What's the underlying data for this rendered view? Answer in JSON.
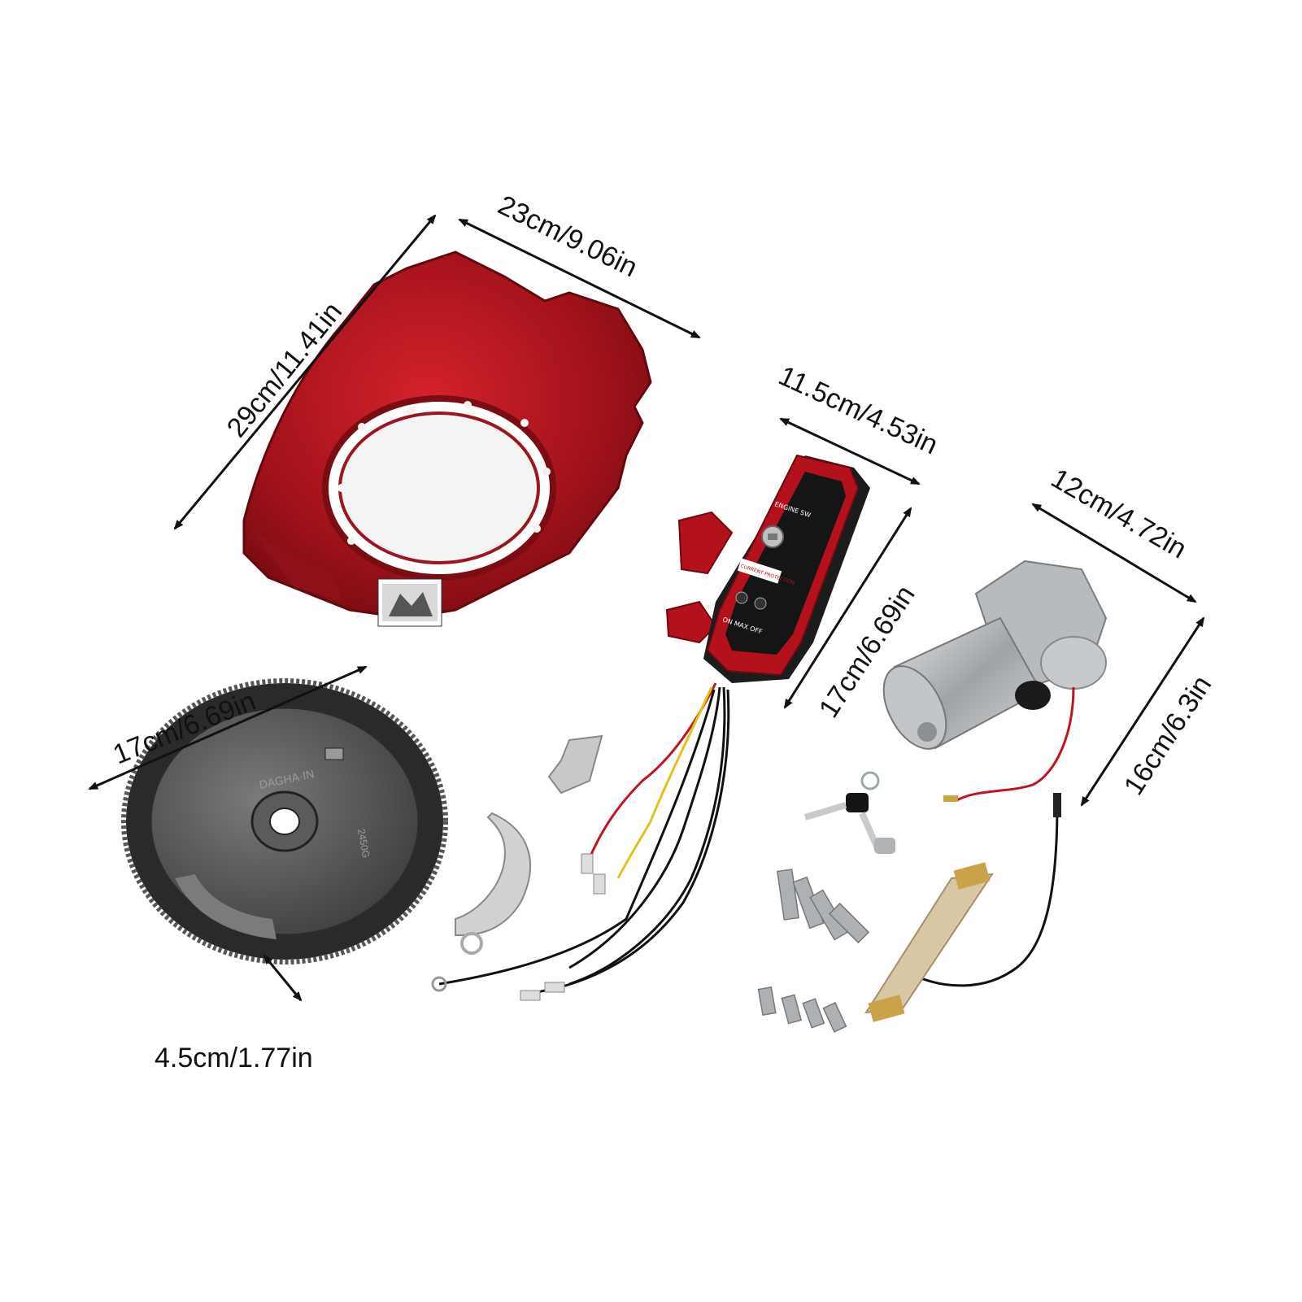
{
  "product": {
    "dimensions": {
      "shroud_height": "29cm/11.41in",
      "shroud_width": "23cm/9.06in",
      "switch_box_width": "11.5cm/4.53in",
      "switch_box_height": "17cm/6.69in",
      "starter_width": "12cm/4.72in",
      "starter_height": "16cm/6.3in",
      "flywheel_diameter": "17cm/6.69in",
      "flywheel_thickness": "4.5cm/1.77in"
    },
    "switch_box": {
      "title": "ENGINE SW",
      "protection": "CURRENT PROTECTION",
      "positions": "ON  MAX  OFF"
    },
    "flywheel": {
      "cast_text": "DAGHA·IN",
      "part_number": "2450G"
    }
  },
  "colors": {
    "shroud_red": "#b3121c",
    "switch_black": "#1c1c1c",
    "steel": "#b9bcbf",
    "dark_iron": "#4a4a4a",
    "brass": "#c9a24a"
  }
}
